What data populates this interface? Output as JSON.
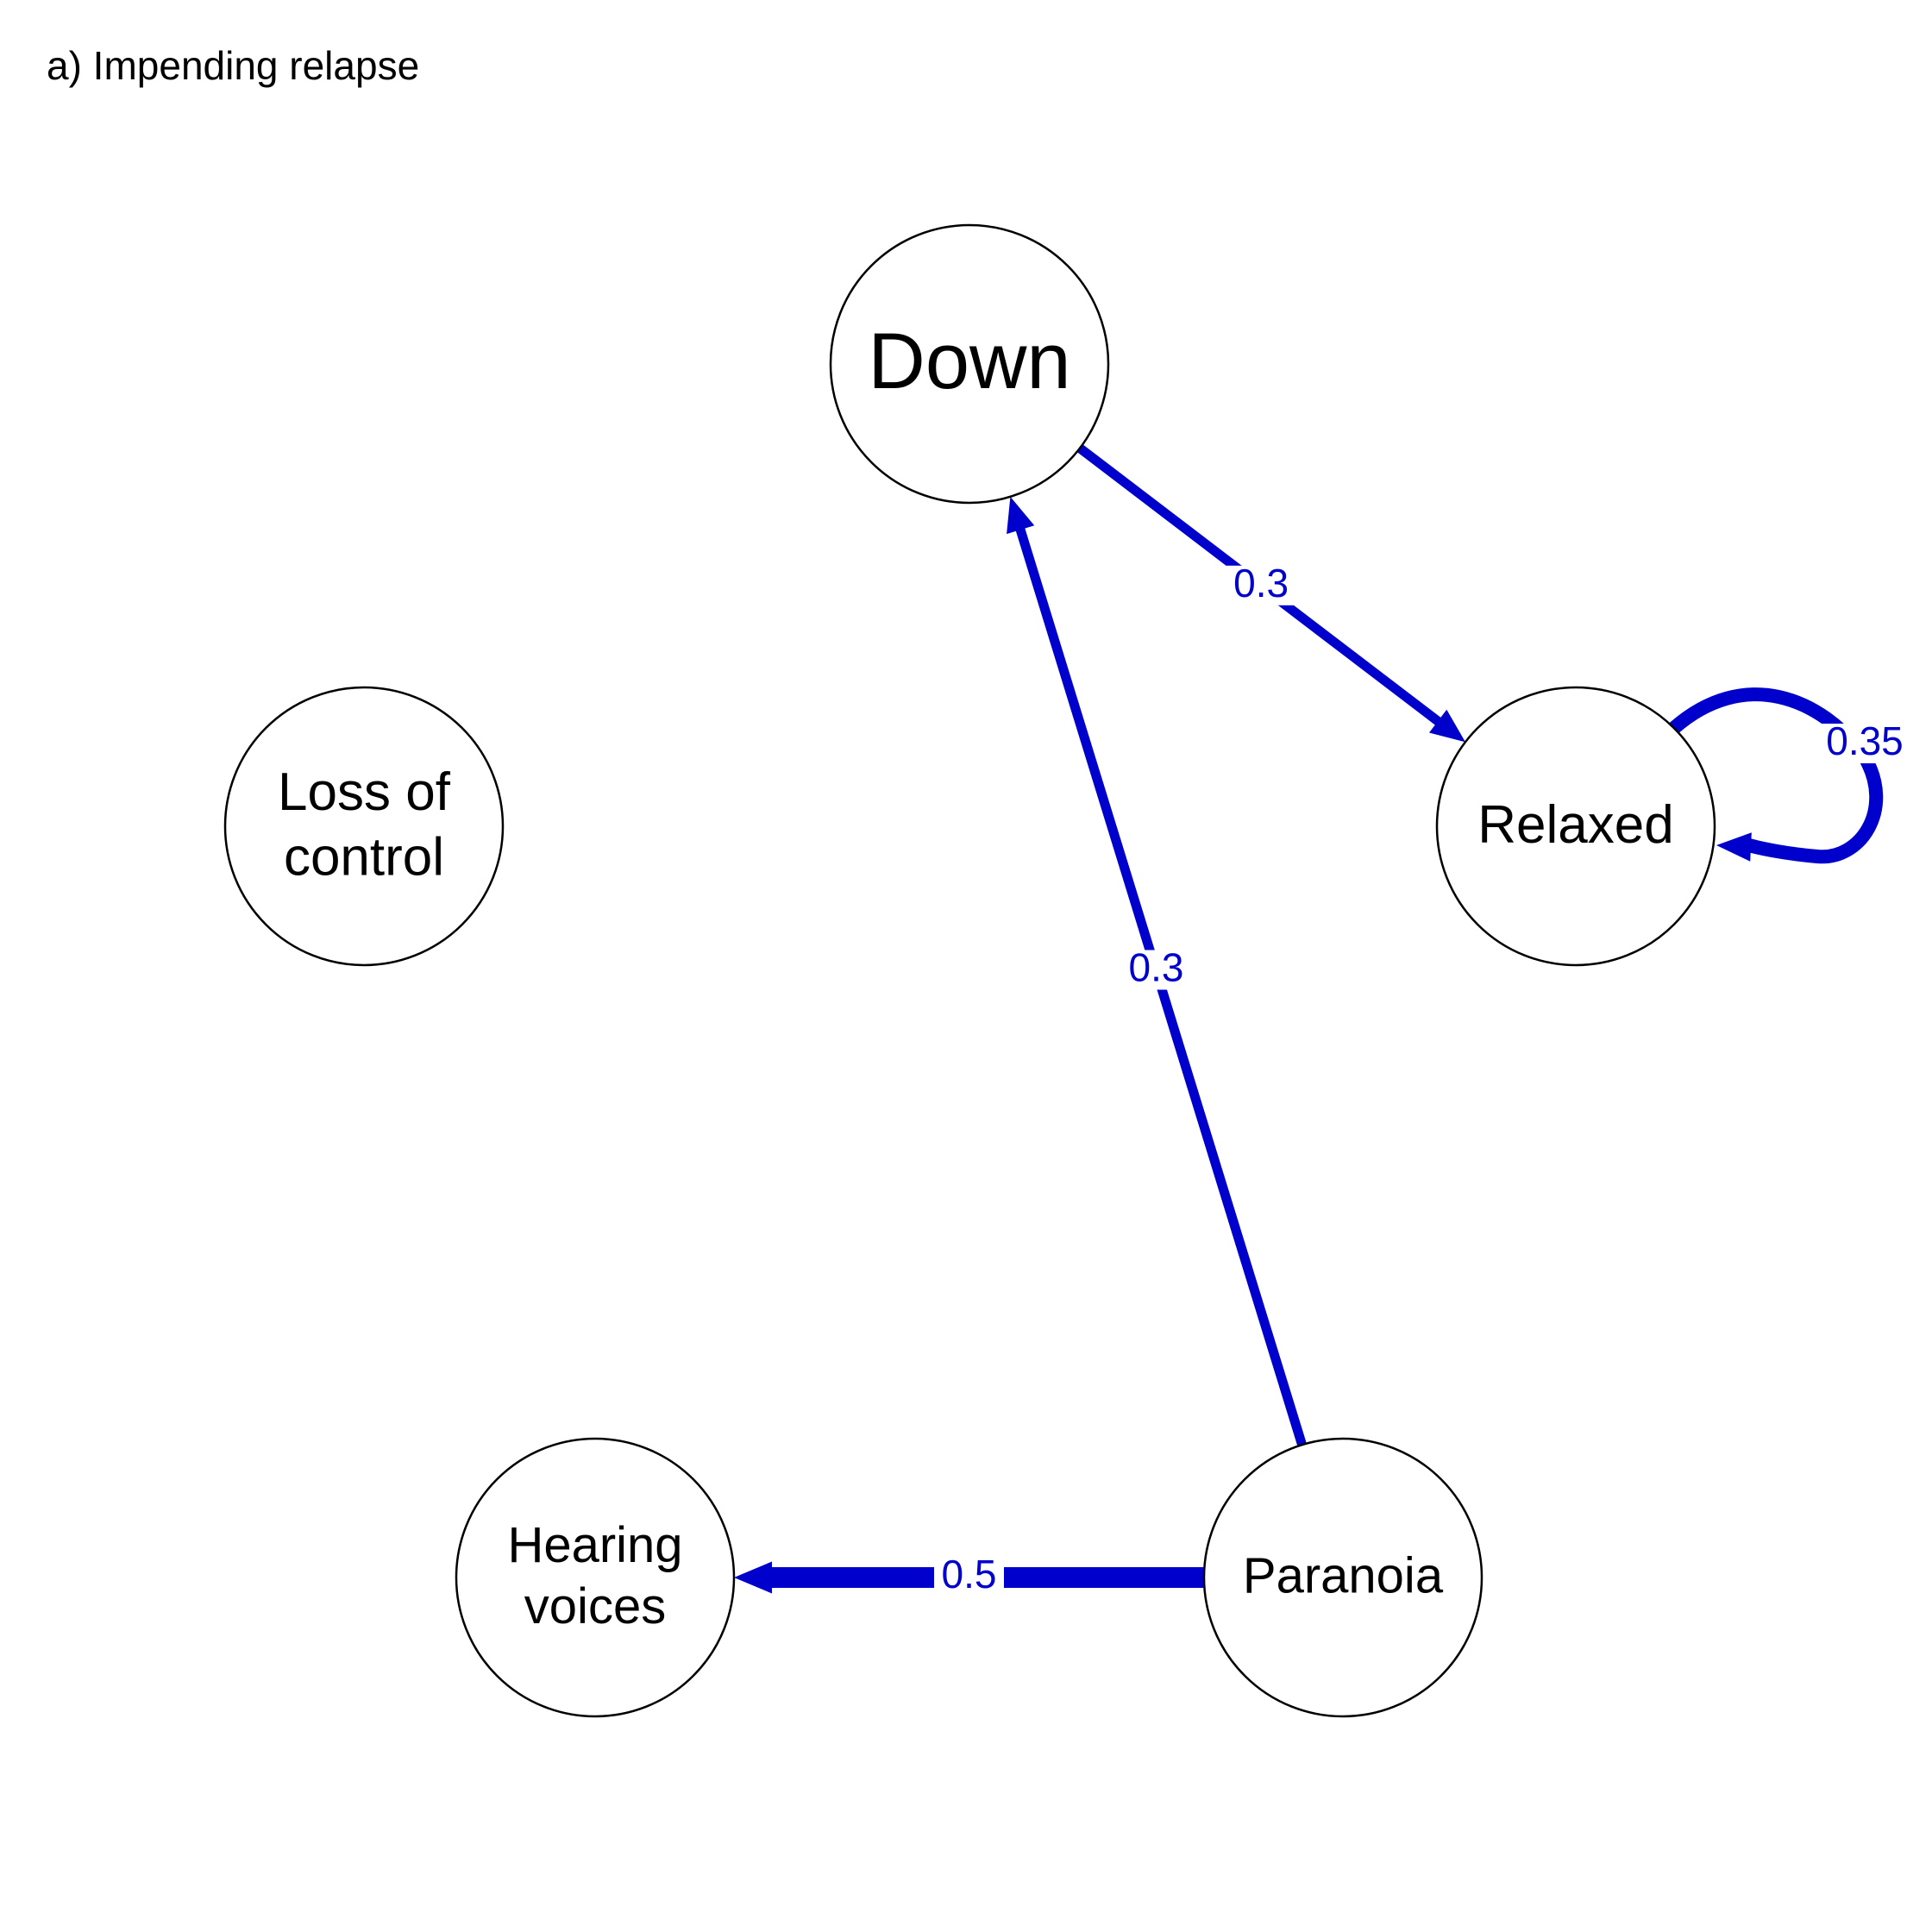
{
  "title": "a) Impending relapse",
  "colors": {
    "edge": "#0000CC",
    "node_border": "#000000",
    "node_fill": "#FFFFFF"
  },
  "nodes": [
    {
      "id": "down",
      "lines": [
        "Down"
      ]
    },
    {
      "id": "relaxed",
      "lines": [
        "Relaxed"
      ]
    },
    {
      "id": "paranoia",
      "lines": [
        "Paranoia"
      ]
    },
    {
      "id": "hearing_voices",
      "lines": [
        "Hearing",
        "voices"
      ]
    },
    {
      "id": "loss_of_control",
      "lines": [
        "Loss of",
        "control"
      ]
    }
  ],
  "edges": [
    {
      "from": "down",
      "to": "relaxed",
      "weight": "0.3"
    },
    {
      "from": "paranoia",
      "to": "down",
      "weight": "0.3"
    },
    {
      "from": "paranoia",
      "to": "hearing_voices",
      "weight": "0.5"
    },
    {
      "from": "relaxed",
      "to": "relaxed",
      "weight": "0.35"
    }
  ]
}
